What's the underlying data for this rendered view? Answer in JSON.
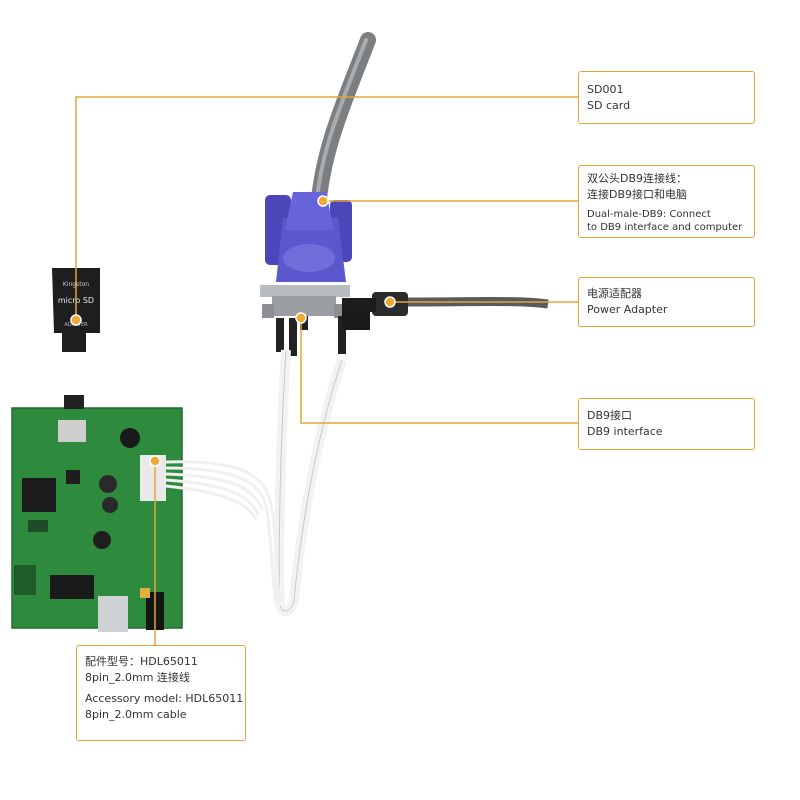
{
  "colors": {
    "accent": "#e3a53a",
    "board": "#2e8b3e",
    "connector": "#5a55c8",
    "text": "#333333"
  },
  "callouts": {
    "sd_card": {
      "line1": "SD001",
      "line2": "SD card"
    },
    "db9_cable": {
      "line1": "双公头DB9连接线：",
      "line2": "连接DB9接口和电脑",
      "line3": "Dual-male-DB9: Connect",
      "line4": "to DB9 interface and computer"
    },
    "power_adapter": {
      "line1": "电源适配器",
      "line2": "Power Adapter"
    },
    "db9_interface": {
      "line1": "DB9接口",
      "line2": "DB9 interface"
    },
    "accessory": {
      "line1": "配件型号：HDL65011",
      "line2": "8pin_2.0mm 连接线",
      "line3": "Accessory model: HDL65011",
      "line4": "8pin_2.0mm cable"
    }
  },
  "product_marks": {
    "sd_card_brand": "Kingston",
    "sd_card_type": "micro SD",
    "sd_card_adapter": "ADAPTER"
  }
}
